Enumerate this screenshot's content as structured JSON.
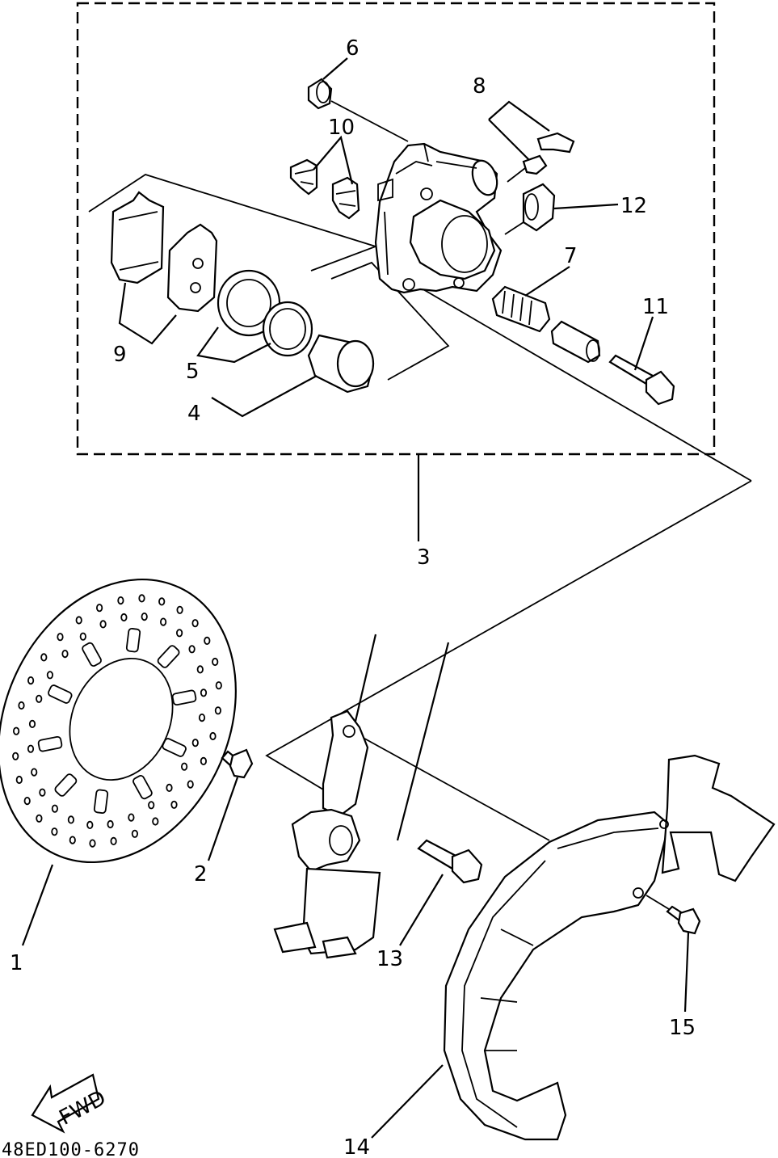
{
  "diagram": {
    "callouts": [
      "1",
      "2",
      "3",
      "4",
      "5",
      "6",
      "7",
      "8",
      "9",
      "10",
      "11",
      "12",
      "13",
      "14",
      "15"
    ],
    "fwd_label": "FWD",
    "drawing_code": "48ED100-6270"
  }
}
